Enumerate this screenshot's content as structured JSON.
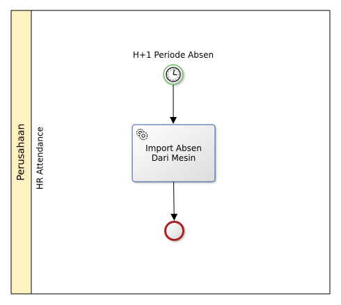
{
  "pool": {
    "label": "Perusahaan",
    "header_color": "#fff2c0"
  },
  "lane": {
    "label": "HR Attendance"
  },
  "start_event": {
    "label": "H+1 Periode Absen",
    "icon": "timer-icon",
    "border_color": "#6cc063"
  },
  "task": {
    "label_line1": "Import Absen",
    "label_line2": "Dari Mesin",
    "icon": "gear-icon",
    "border_color": "#3355aa"
  },
  "end_event": {
    "border_color": "#a62222"
  }
}
